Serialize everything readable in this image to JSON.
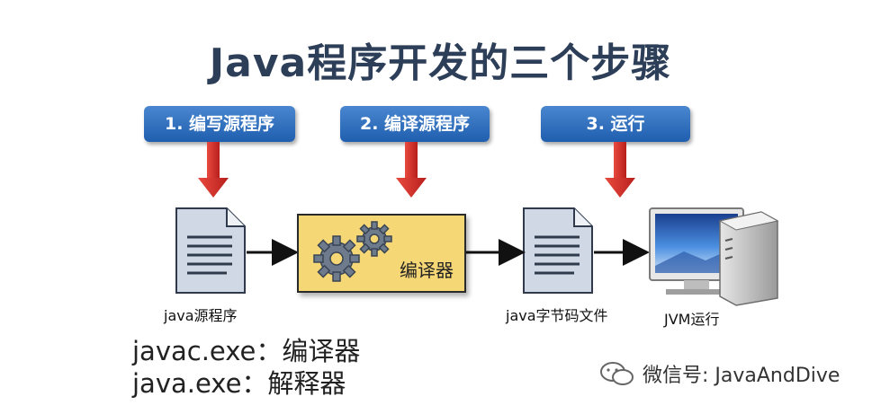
{
  "title": "Java程序开发的三个步骤",
  "steps": [
    {
      "label": "1. 编写源程序"
    },
    {
      "label": "2. 编译源程序"
    },
    {
      "label": "3. 运行"
    }
  ],
  "nodes": {
    "source": "java源程序",
    "compiler": "编译器",
    "bytecode": "java字节码文件",
    "jvm": "JVM运行"
  },
  "notes": [
    "javac.exe：编译器",
    "java.exe：解释器"
  ],
  "watermark": "微信号: JavaAndDive",
  "colors": {
    "step_box": "#2f6fc0",
    "arrow_red": "#d3302b",
    "compiler_fill": "#f6d776",
    "title": "#2d3e58"
  }
}
